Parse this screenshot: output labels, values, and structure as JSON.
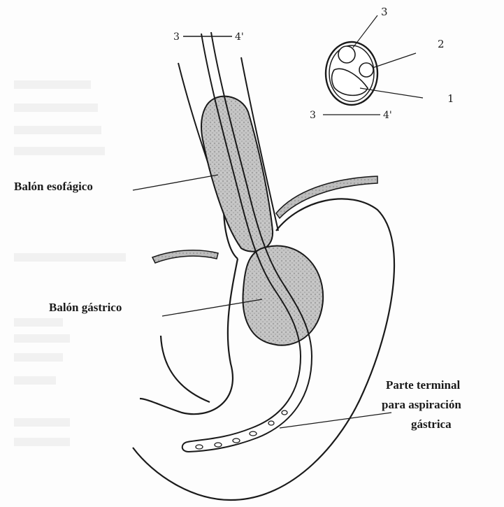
{
  "labels": {
    "esophageal_balloon": "Balón esofágico",
    "gastric_balloon": "Balón gástrico",
    "terminal_line1": "Parte terminal",
    "terminal_line2": "para aspiración",
    "terminal_line3": "gástrica"
  },
  "section_markers": {
    "top_left": "3",
    "top_right": "4'",
    "inset_left": "3",
    "inset_right": "4'"
  },
  "inset_numbers": {
    "n1": "1",
    "n2": "2",
    "n3": "3"
  },
  "colors": {
    "ink": "#1a1a1a",
    "balloon_fill": "#b9b9b9",
    "ghost_text": "#d6d6d6"
  }
}
